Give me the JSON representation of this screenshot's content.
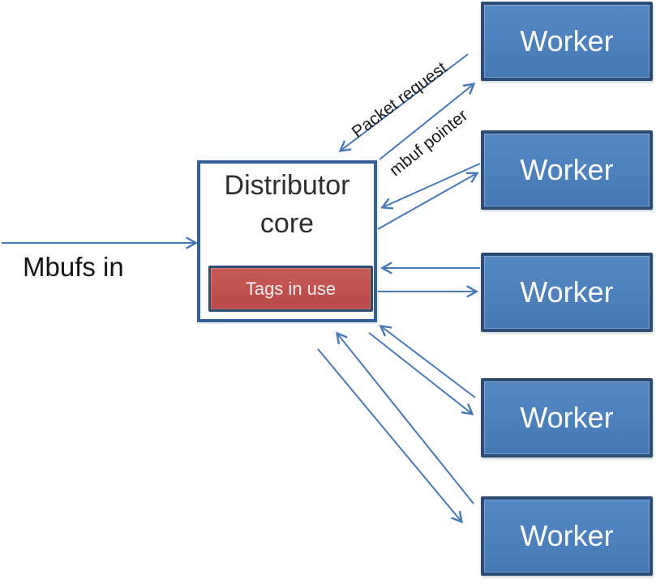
{
  "diagram": {
    "type": "flow-diagram",
    "nodes": {
      "distributor": {
        "label_line1": "Distributor",
        "label_line2": "core"
      },
      "tags": {
        "label": "Tags in use"
      },
      "workers": [
        {
          "label": "Worker"
        },
        {
          "label": "Worker"
        },
        {
          "label": "Worker"
        },
        {
          "label": "Worker"
        },
        {
          "label": "Worker"
        }
      ]
    },
    "labels": {
      "mbufs_in": "Mbufs in",
      "packet_request": "Packet request",
      "mbuf_pointer": "mbuf pointer"
    },
    "colors": {
      "arrow": "#4778b8",
      "worker_fill": "#4e81bd",
      "worker_border": "#2b4c75",
      "distributor_border": "#31609b",
      "tags_fill": "#c0504d",
      "tags_border": "#2a4d76",
      "worker_text": "#fdfeff",
      "tags_text": "#f5f1f1",
      "label_text": "#1a1a1a"
    },
    "edges": [
      {
        "from": "input",
        "to": "distributor",
        "label": "Mbufs in"
      },
      {
        "from": "worker-1",
        "to": "distributor",
        "label": "Packet request"
      },
      {
        "from": "distributor",
        "to": "worker-1",
        "label": "mbuf pointer"
      },
      {
        "from": "worker-2",
        "to": "distributor",
        "label": ""
      },
      {
        "from": "distributor",
        "to": "worker-2",
        "label": ""
      },
      {
        "from": "worker-3",
        "to": "distributor",
        "label": ""
      },
      {
        "from": "distributor",
        "to": "worker-3",
        "label": ""
      },
      {
        "from": "worker-4",
        "to": "distributor",
        "label": ""
      },
      {
        "from": "distributor",
        "to": "worker-4",
        "label": ""
      },
      {
        "from": "worker-5",
        "to": "distributor",
        "label": ""
      },
      {
        "from": "distributor",
        "to": "worker-5",
        "label": ""
      }
    ]
  }
}
